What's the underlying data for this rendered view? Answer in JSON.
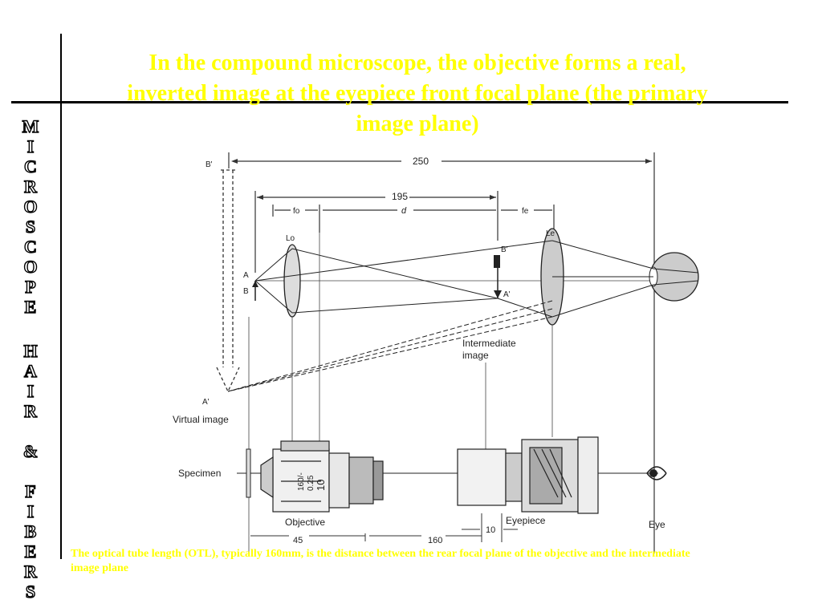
{
  "slide": {
    "title": "In the compound microscope, the objective forms a real, inverted image at the eyepiece front focal plane (the primary image plane)",
    "sidebar_letters": [
      "M",
      "I",
      "C",
      "R",
      "O",
      "S",
      "C",
      "O",
      "P",
      "E",
      "H",
      "A",
      "I",
      "R",
      "&",
      "F",
      "I",
      "B",
      "E",
      "R",
      "S"
    ],
    "footer": "The optical tube length (OTL), typically 160mm, is the distance between the rear focal plane of the objective and the intermediate image plane"
  },
  "diagram": {
    "dim_250": "250",
    "dim_195": "195",
    "dim_fo": "fo",
    "dim_d": "d",
    "dim_fe": "fe",
    "label_B_virtual": "B'",
    "label_Lo": "Lo",
    "label_Le": "Le",
    "label_A": "A",
    "label_B": "B",
    "label_B_prime": "B'",
    "label_A_prime_inter": "A'",
    "label_intermediate": "Intermediate",
    "label_image": "image",
    "label_A_prime_virtual": "A'",
    "label_virtual_image": "Virtual image",
    "label_specimen": "Specimen",
    "label_objective": "Objective",
    "label_eyepiece": "Eyepiece",
    "label_eye": "Eye",
    "dim_45": "45",
    "dim_160": "160",
    "dim_10": "10",
    "objective_marking_1": "10",
    "objective_marking_2": "0.25",
    "objective_marking_3": "160/-"
  },
  "colors": {
    "title": "#ffff00",
    "footer": "#ffff00",
    "rule": "#000000"
  }
}
